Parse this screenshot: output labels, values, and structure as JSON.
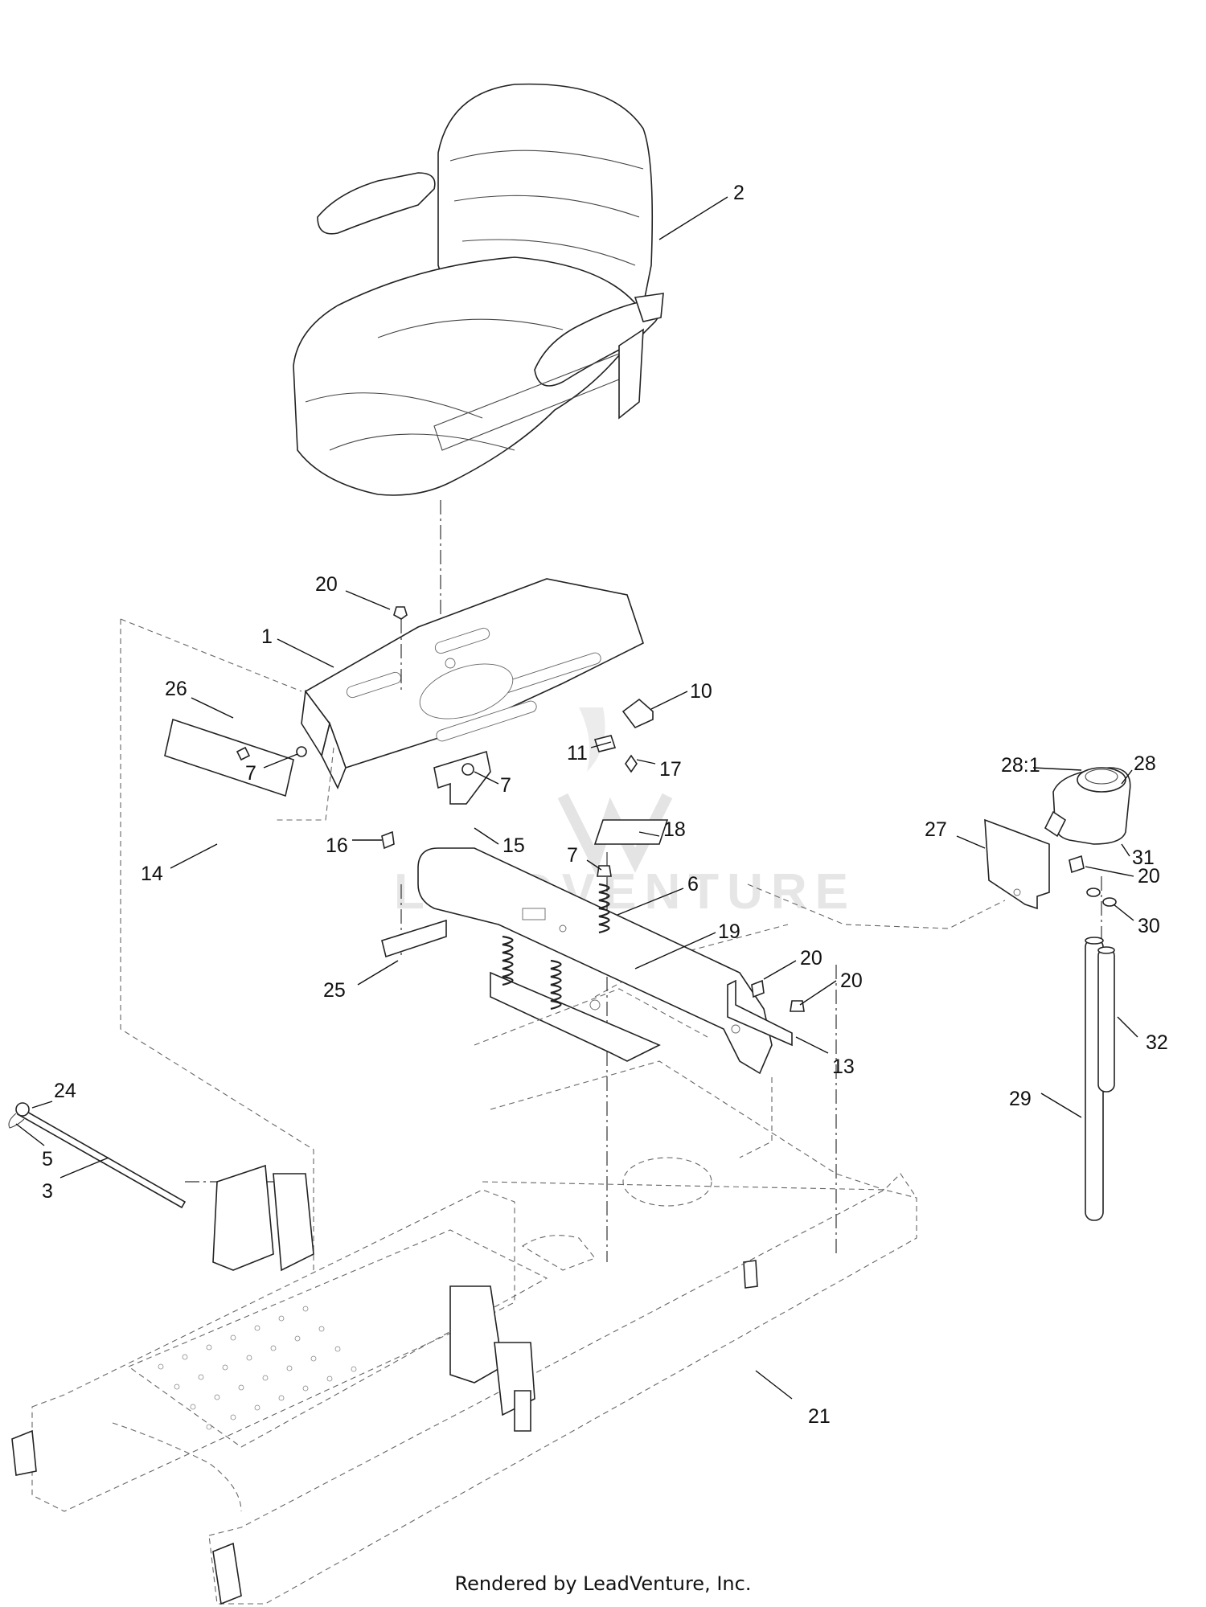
{
  "watermark": "LEADVENTURE",
  "footer": "Rendered by LeadVenture, Inc.",
  "callouts": [
    "2",
    "20",
    "1",
    "26",
    "10",
    "7",
    "7",
    "11",
    "17",
    "16",
    "15",
    "14",
    "7",
    "18",
    "6",
    "28:1",
    "28",
    "31",
    "27",
    "20",
    "30",
    "19",
    "25",
    "20",
    "20",
    "13",
    "32",
    "24",
    "29",
    "5",
    "3",
    "21"
  ],
  "icons": [
    "seat-icon",
    "seat-plate-icon",
    "suspension-frame-icon",
    "spring-icon",
    "frame-chassis-icon",
    "reservoir-icon",
    "tube-icon",
    "rod-icon",
    "bolt-icon"
  ]
}
